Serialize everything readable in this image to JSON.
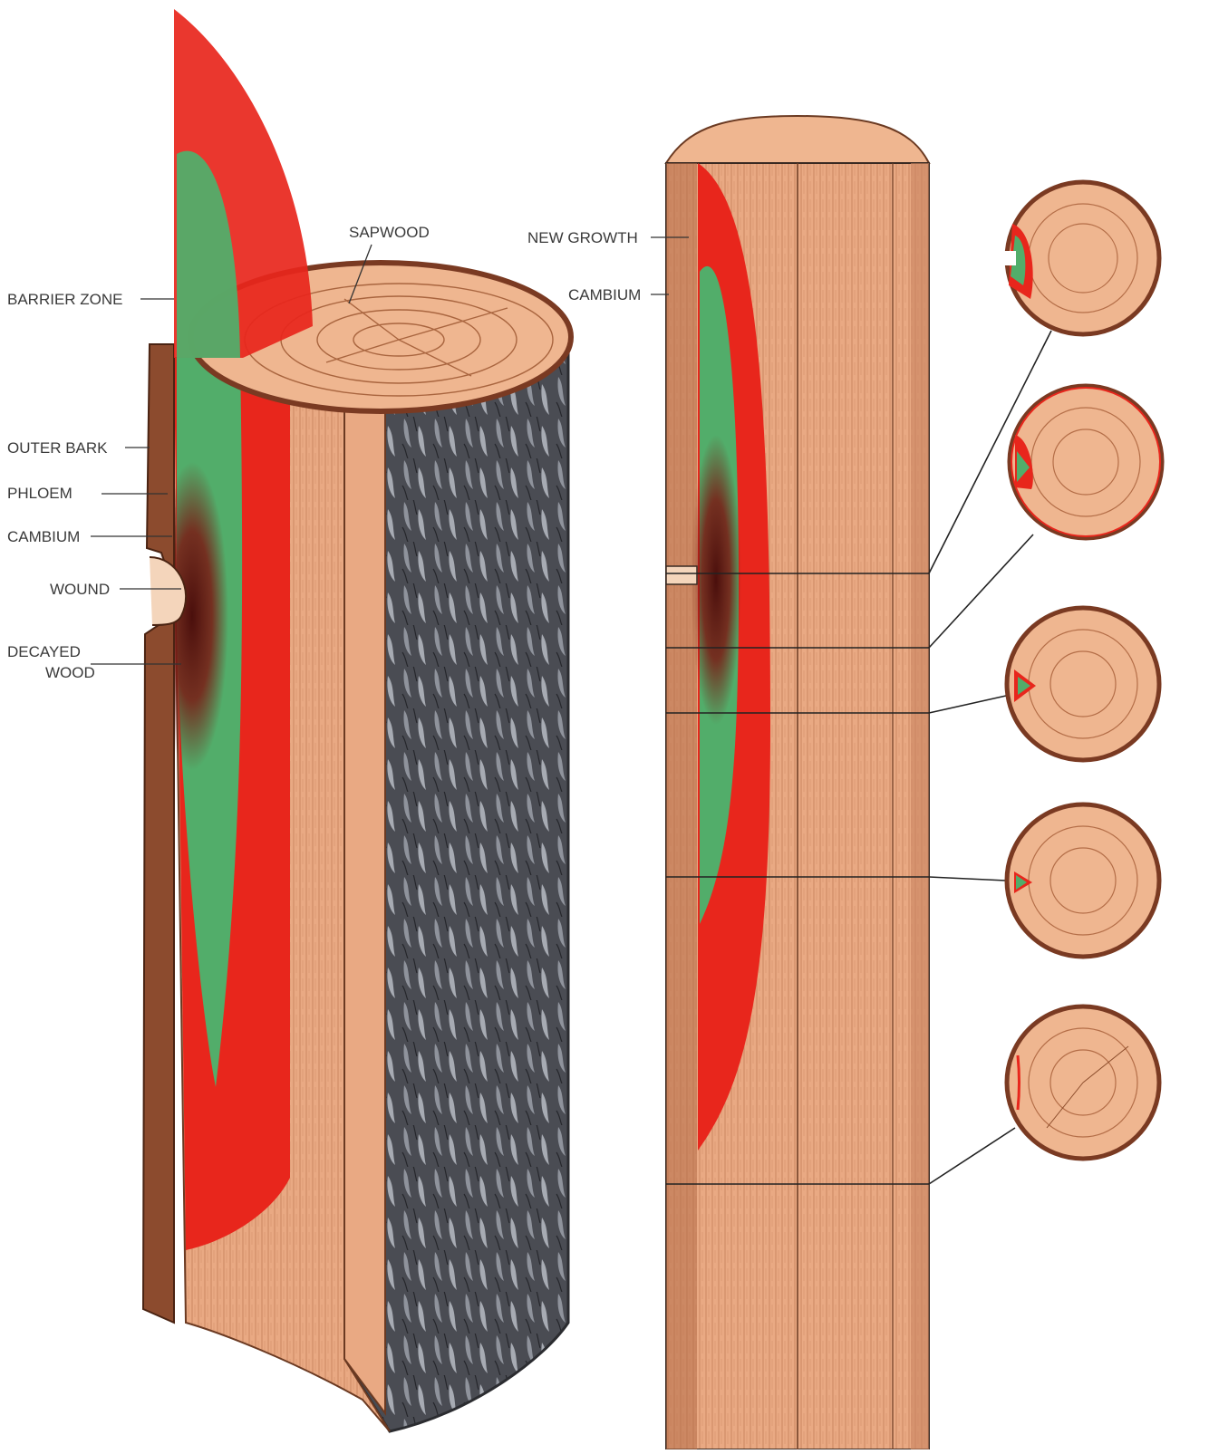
{
  "labels": {
    "sapwood": "SAPWOOD",
    "barrier_zone": "BARRIER ZONE",
    "outer_bark": "OUTER BARK",
    "phloem": "PHLOEM",
    "cambium_left": "CAMBIUM",
    "wound": "WOUND",
    "decayed_line1": "DECAYED",
    "decayed_line2": "WOOD",
    "new_growth": "NEW GROWTH",
    "cambium_right": "CAMBIUM"
  },
  "colors": {
    "wood": "#e7a57e",
    "wood_light": "#f2c3a1",
    "grain": "#b06c48",
    "barrier_red": "#e8261c",
    "decay_green": "#52ad6a",
    "decay_dark": "#5c1a14",
    "bark_dark": "#3d3f45",
    "bark_outline": "#7a3a22",
    "line": "#333333"
  },
  "cross_sections": [
    {
      "name": "cross-section-1"
    },
    {
      "name": "cross-section-2"
    },
    {
      "name": "cross-section-3"
    },
    {
      "name": "cross-section-4"
    },
    {
      "name": "cross-section-5"
    }
  ]
}
